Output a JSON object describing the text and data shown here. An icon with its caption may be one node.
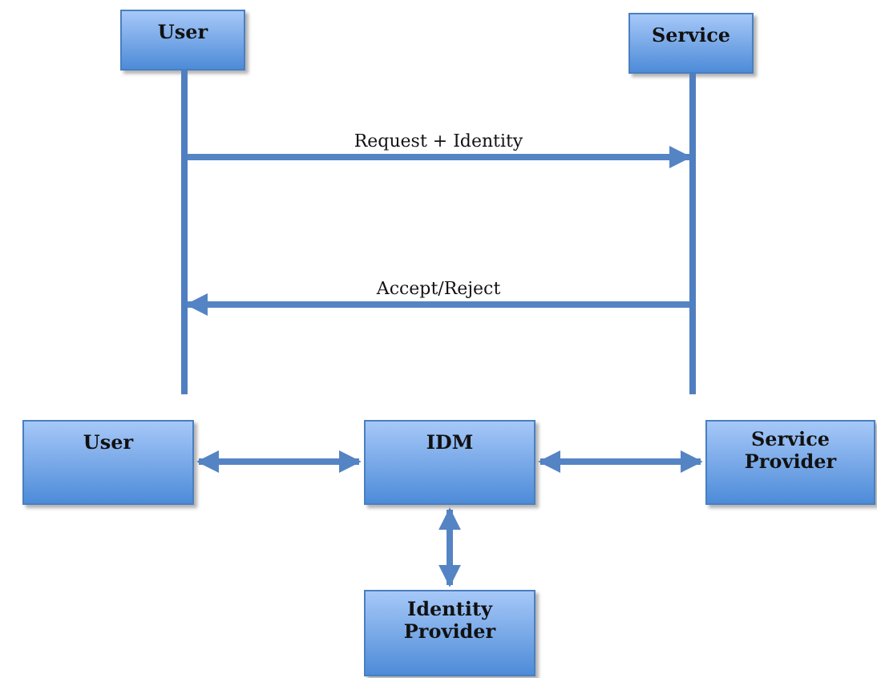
{
  "diagram": {
    "nodes": [
      {
        "text": [
          "User"
        ]
      },
      {
        "text": [
          "Service"
        ]
      },
      {
        "text": [
          "User"
        ]
      },
      {
        "text": [
          "IDM"
        ]
      },
      {
        "text": [
          "Service Provider"
        ]
      },
      {
        "text": [
          "Identity Provider"
        ]
      },
      {
        "text": [],
        "shape": "bar"
      },
      {
        "text": [],
        "shape": "bar"
      }
    ],
    "edges": [
      {
        "from": 6,
        "to": 7,
        "arrow": "to",
        "label": "Request + Identity"
      },
      {
        "from": 7,
        "to": 6,
        "arrow": "to",
        "label": "Accept/Reject"
      },
      {
        "from": 2,
        "to": 3,
        "arrow": "both"
      },
      {
        "from": 3,
        "to": 4,
        "arrow": "both"
      },
      {
        "from": 3,
        "to": 5,
        "arrow": "both"
      }
    ]
  }
}
